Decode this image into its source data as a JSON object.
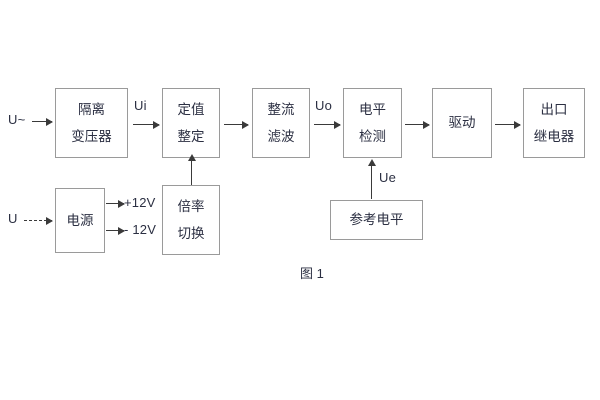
{
  "figure": {
    "caption": "图 1",
    "colors": {
      "box_border": "#9a9a9a",
      "line": "#3a3a3a",
      "text": "#2b2f42",
      "background": "#ffffff"
    }
  },
  "blocks": [
    {
      "id": "isolation-transformer",
      "lines": [
        "隔离",
        "变压器"
      ]
    },
    {
      "id": "setting-value",
      "lines": [
        "定值",
        "整定"
      ]
    },
    {
      "id": "rectify-filter",
      "lines": [
        "整流",
        "滤波"
      ]
    },
    {
      "id": "level-detection",
      "lines": [
        "电平",
        "检测"
      ]
    },
    {
      "id": "drive",
      "lines": [
        "驱动"
      ]
    },
    {
      "id": "output-relay",
      "lines": [
        "出口",
        "继电器"
      ]
    },
    {
      "id": "power-supply",
      "lines": [
        "电源"
      ]
    },
    {
      "id": "multiplier-switch",
      "lines": [
        "倍率",
        "切换"
      ]
    },
    {
      "id": "reference-level",
      "lines": [
        "参考电平"
      ]
    }
  ],
  "signals": {
    "input_ac": "U~",
    "input_dc": "U",
    "ui": "Ui",
    "uo": "Uo",
    "ue": "Ue",
    "supply_positive": "+12V",
    "supply_negative": "- 12V"
  }
}
